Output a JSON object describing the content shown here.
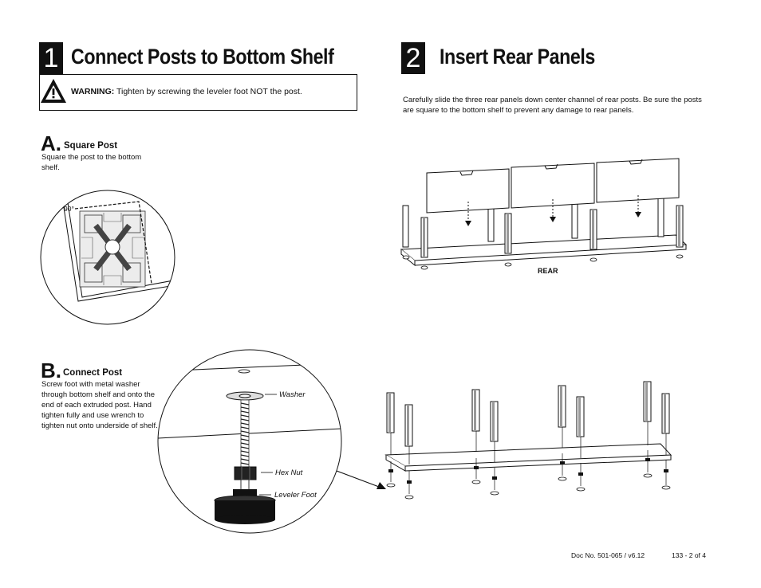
{
  "step1": {
    "number": "1",
    "title": "Connect Posts to Bottom Shelf",
    "warning_label": "WARNING:",
    "warning_text": " Tighten by screwing the leveler foot NOT the post.",
    "warning_icon": "warning-triangle-icon",
    "sub_a": {
      "letter": "A.",
      "title": "Square Post",
      "description": "Square the post to the bottom shelf.",
      "angle_label": "90°"
    },
    "sub_b": {
      "letter": "B.",
      "title": "Connect Post",
      "description": "Screw foot with metal washer through bottom shelf and onto the end of each extruded post. Hand tighten fully and use wrench to tighten nut onto underside of shelf.",
      "callouts": [
        "Washer",
        "Hex Nut",
        "Leveler Foot"
      ]
    }
  },
  "step2": {
    "number": "2",
    "title": "Insert Rear Panels",
    "description": "Carefully slide the three rear panels down center channel of rear posts. Be sure the posts are square to the bottom shelf to prevent any damage to rear panels.",
    "rear_label": "REAR"
  },
  "footer": {
    "doc_number": "Doc No. 501-065 / v6.12",
    "page": "133 - 2 of 4"
  }
}
